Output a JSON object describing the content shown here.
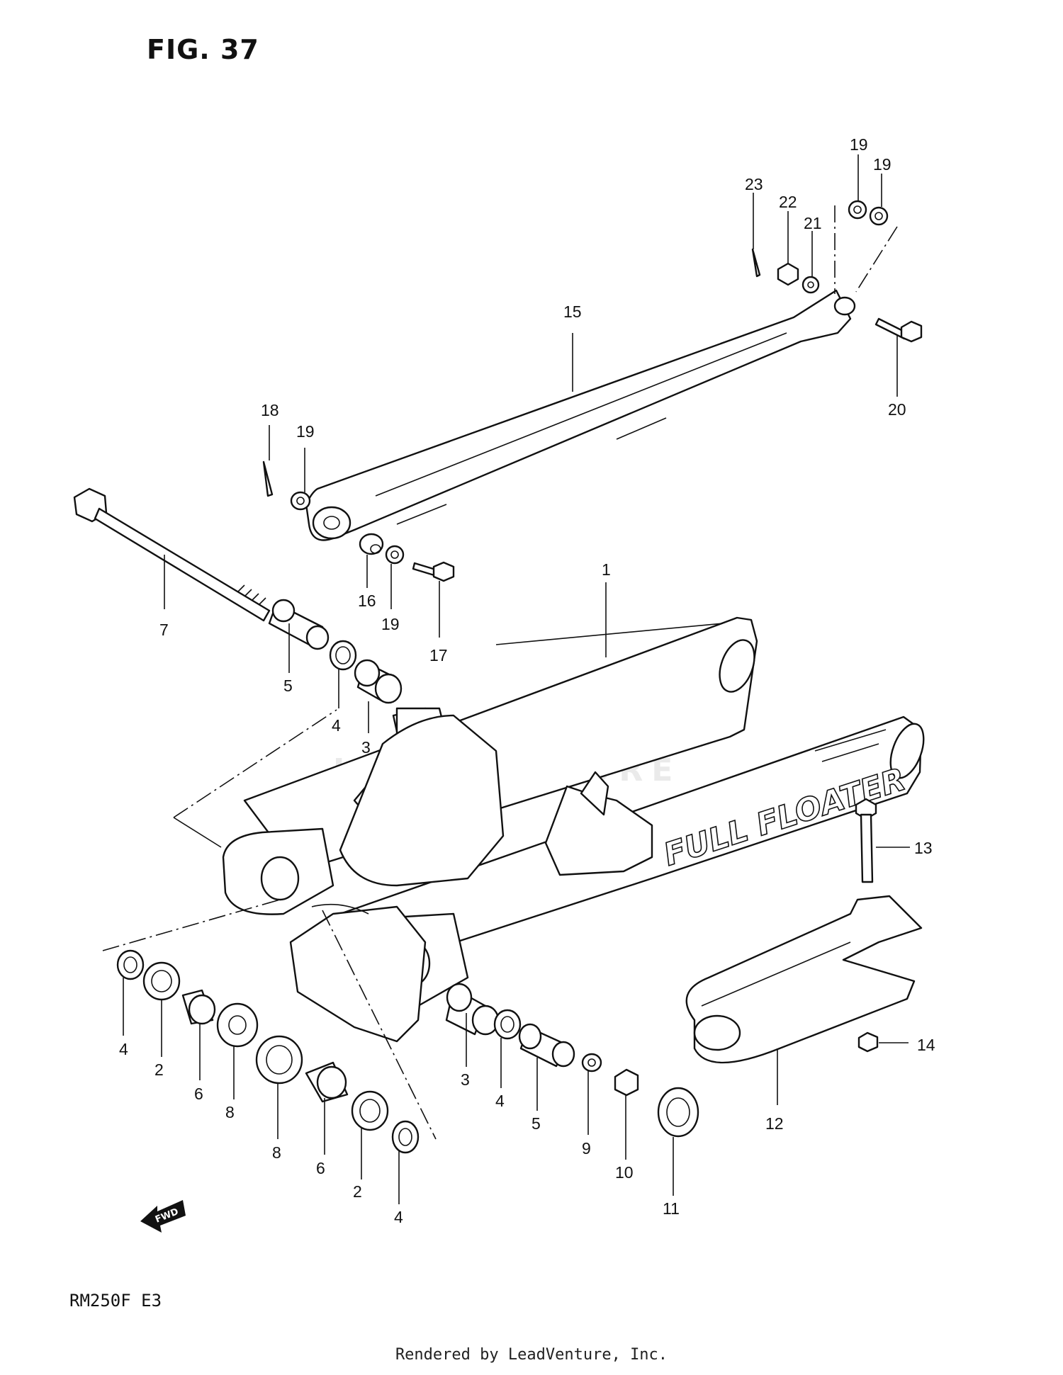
{
  "figure": {
    "title": "FIG. 37"
  },
  "model": "RM250F  E3",
  "footer": "Rendered by LeadVenture, Inc.",
  "watermark": "LEADVENTURE",
  "logo_text": "FULL FLOATER",
  "fwd_text": "FWD",
  "callouts": {
    "c1": "1",
    "c2a": "2",
    "c2b": "2",
    "c3a": "3",
    "c3b": "3",
    "c4a": "4",
    "c4b": "4",
    "c4c": "4",
    "c4d": "4",
    "c5a": "5",
    "c5b": "5",
    "c6a": "6",
    "c6b": "6",
    "c7": "7",
    "c8a": "8",
    "c8b": "8",
    "c9": "9",
    "c10": "10",
    "c11": "11",
    "c12": "12",
    "c13": "13",
    "c14": "14",
    "c15": "15",
    "c16": "16",
    "c17": "17",
    "c18": "18",
    "c19a": "19",
    "c19b": "19",
    "c19c": "19",
    "c19d": "19",
    "c20": "20",
    "c21": "21",
    "c22": "22",
    "c23": "23"
  }
}
